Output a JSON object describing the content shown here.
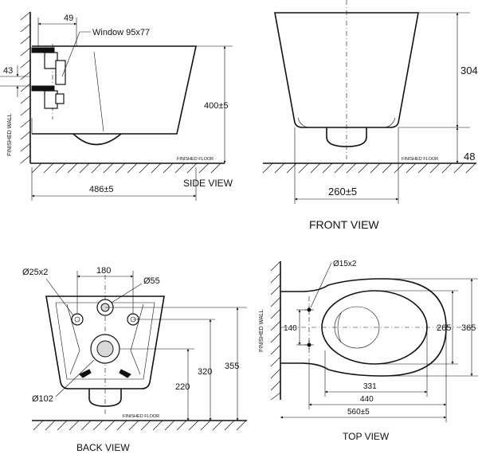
{
  "side_view": {
    "title": "SIDE VIEW",
    "window_label": "Window 95x77",
    "dim_top": "49",
    "dim_left": "43",
    "dim_height": "400±5",
    "dim_length": "486±5",
    "wall_label": "FINISHED WALL",
    "floor_label": "FINISHED FLOOR"
  },
  "front_view": {
    "title": "FRONT VIEW",
    "dim_height": "304",
    "dim_gap": "48",
    "dim_width": "260±5",
    "floor_label": "FINISHED FLOOR"
  },
  "back_view": {
    "title": "BACK VIEW",
    "dim_holes": "Ø25x2",
    "dim_spacing": "180",
    "dim_inlet": "Ø55",
    "dim_outlet": "Ø102",
    "dim_220": "220",
    "dim_320": "320",
    "dim_355": "355",
    "floor_label": "FINISHED FLOOR"
  },
  "top_view": {
    "title": "TOP VIEW",
    "dim_holes": "Ø15x2",
    "dim_140": "140",
    "dim_265": "265",
    "dim_365": "365",
    "dim_331": "331",
    "dim_440": "440",
    "dim_560": "560±5",
    "wall_label": "FINISHED WALL"
  }
}
